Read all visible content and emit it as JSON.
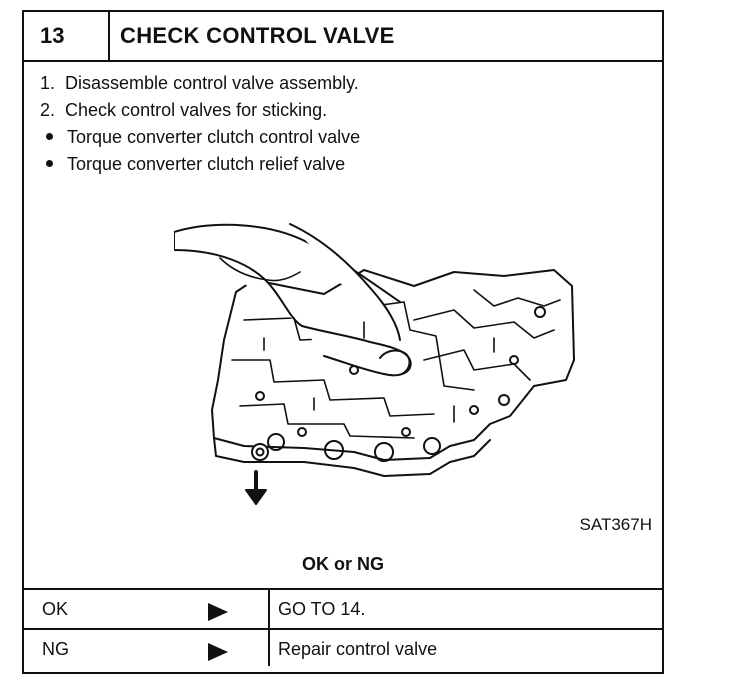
{
  "header": {
    "step_number": "13",
    "title": "CHECK CONTROL VALVE"
  },
  "instructions": [
    {
      "marker": "1.",
      "text": "Disassemble control valve assembly."
    },
    {
      "marker": "2.",
      "text": "Check control valves for sticking."
    },
    {
      "marker": "bullet",
      "text": "Torque converter clutch control valve"
    },
    {
      "marker": "bullet",
      "text": "Torque converter clutch relief valve"
    }
  ],
  "figure": {
    "code": "SAT367H"
  },
  "result_question": "OK or NG",
  "results": [
    {
      "label": "OK",
      "action": "GO TO 14."
    },
    {
      "label": "NG",
      "action": "Repair control valve"
    }
  ]
}
